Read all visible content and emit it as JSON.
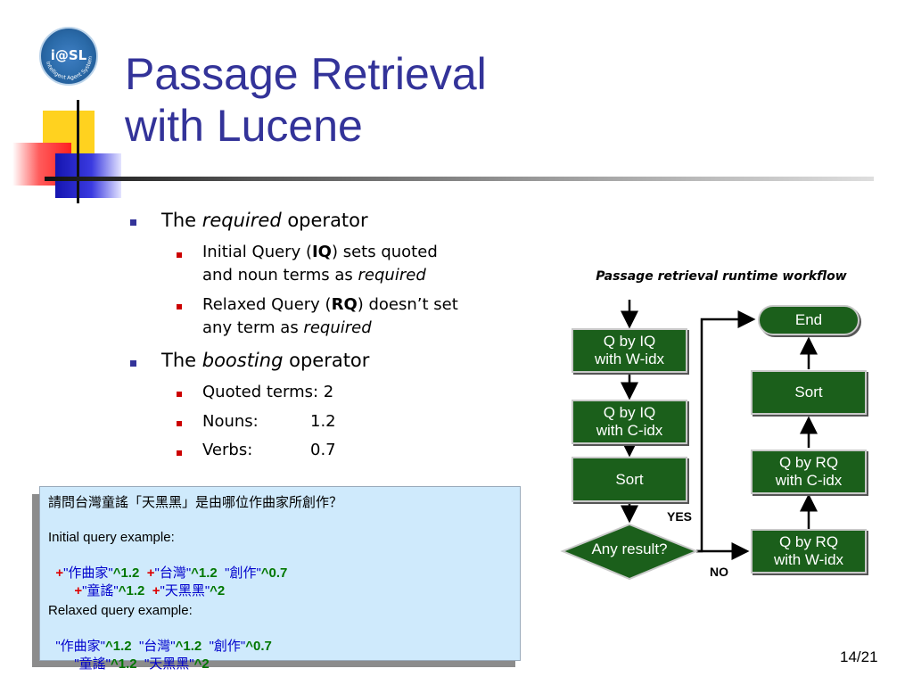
{
  "logo": {
    "text": "i@SL",
    "ring_text": "Intelligent Agent Systems Lab"
  },
  "title": {
    "line1": "Passage Retrieval",
    "line2": "with Lucene"
  },
  "bullets": {
    "required": {
      "pre": "The ",
      "em": "required",
      "post": " operator"
    },
    "iq": {
      "pre": "Initial Query (",
      "bold": "IQ",
      "post": ") sets quoted",
      "line2_pre": "and noun terms as ",
      "line2_em": "required"
    },
    "rq": {
      "pre": "Relaxed Query (",
      "bold": "RQ",
      "post": ") doesn’t set",
      "line2_pre": "any term as ",
      "line2_em": "required"
    },
    "boosting": {
      "pre": "The ",
      "em": "boosting",
      "post": " operator"
    },
    "quoted": {
      "label": "Quoted terms: 2"
    },
    "nouns": {
      "label": "Nouns:",
      "value": "1.2"
    },
    "verbs": {
      "label": "Verbs:",
      "value": "0.7"
    }
  },
  "code": {
    "question": "請問台灣童謠「天黑黑」是由哪位作曲家所創作？",
    "initial_label": "Initial query example:",
    "iq_line1": [
      {
        "plus": "+",
        "term": "\"作曲家\"",
        "boost": "^1.2"
      },
      {
        "plus": "+",
        "term": "\"台灣\"",
        "boost": "^1.2"
      },
      {
        "plus": "",
        "term": "\"創作\"",
        "boost": "^0.7"
      }
    ],
    "iq_line2": [
      {
        "plus": "+",
        "term": "\"童謠\"",
        "boost": "^1.2"
      },
      {
        "plus": "+",
        "term": "\"天黑黑\"",
        "boost": "^2"
      }
    ],
    "relaxed_label": "Relaxed query example:",
    "rq_line1": [
      {
        "term": "\"作曲家\"",
        "boost": "^1.2"
      },
      {
        "term": "\"台灣\"",
        "boost": "^1.2"
      },
      {
        "term": "\"創作\"",
        "boost": "^0.7"
      }
    ],
    "rq_line2": [
      {
        "term": "\"童謠\"",
        "boost": "^1.2"
      },
      {
        "term": "\"天黑黑\"",
        "boost": "^2"
      }
    ]
  },
  "flow": {
    "caption": "Passage retrieval runtime workflow",
    "q_iq_w": {
      "l1": "Q by IQ",
      "l2": "with W-idx"
    },
    "q_iq_c": {
      "l1": "Q by IQ",
      "l2": "with C-idx"
    },
    "sort1": "Sort",
    "decision": "Any result?",
    "yes": "YES",
    "no": "NO",
    "end": "End",
    "sort2": "Sort",
    "q_rq_c": {
      "l1": "Q by RQ",
      "l2": "with C-idx"
    },
    "q_rq_w": {
      "l1": "Q by RQ",
      "l2": "with W-idx"
    }
  },
  "page_number": "14/21",
  "colors": {
    "title": "#333399",
    "box_fill": "#1b5f1b",
    "bullet_l1": "#333399",
    "bullet_l2": "#cc0000",
    "code_bg": "#cfeafc"
  }
}
